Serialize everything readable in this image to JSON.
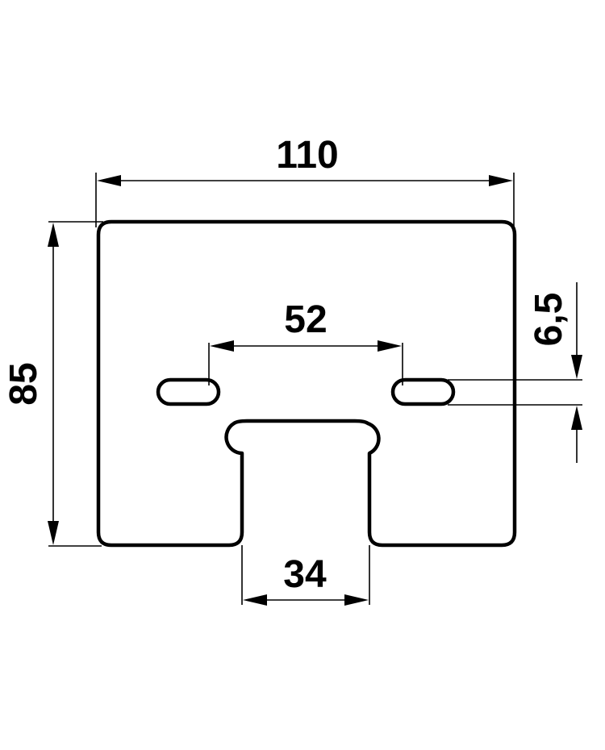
{
  "drawing": {
    "dimensions": {
      "overall_width": "110",
      "overall_height": "85",
      "slot_spacing": "52",
      "slot_width": "6,5",
      "notch_width": "34"
    },
    "line_color": "#000000",
    "background_color": "#ffffff"
  }
}
